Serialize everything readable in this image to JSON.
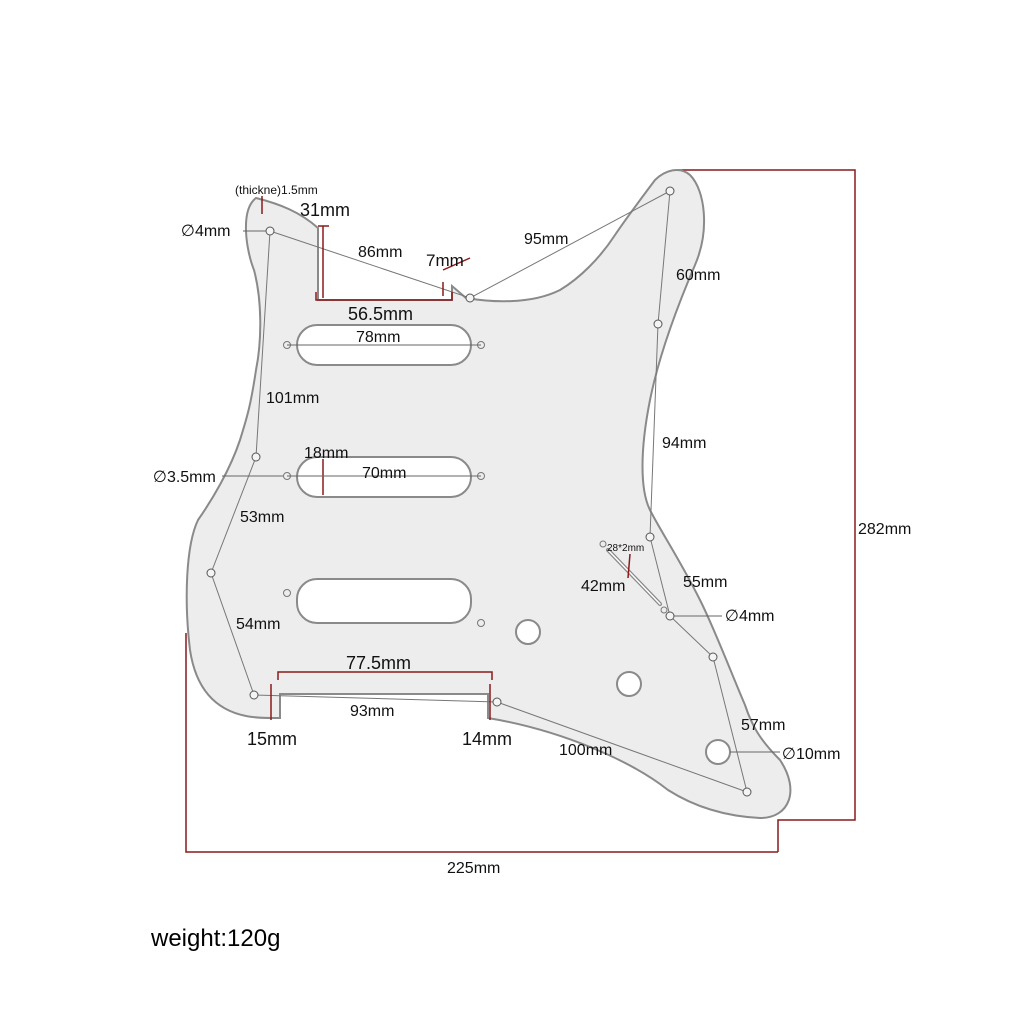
{
  "diagram": {
    "outline_color": "#8a8a8a",
    "guard_fill": "#ededed",
    "dimension_line_color": "#8b1a1a",
    "labels": {
      "thickness": "(thickne)1.5mm",
      "w31": "31mm",
      "d86": "86mm",
      "d95": "95mm",
      "d7": "7mm",
      "d60": "60mm",
      "hole4_top": "∅4mm",
      "d565": "56.5mm",
      "d78": "78mm",
      "d101": "101mm",
      "d94": "94mm",
      "d18": "18mm",
      "d70": "70mm",
      "hole35": "∅3.5mm",
      "d53": "53mm",
      "d28x2": "28*2mm",
      "d42": "42mm",
      "d55": "55mm",
      "hole4_right": "∅4mm",
      "d54": "54mm",
      "d775": "77.5mm",
      "d93": "93mm",
      "d15": "15mm",
      "d14": "14mm",
      "d100": "100mm",
      "d57": "57mm",
      "hole10": "∅10mm",
      "height": "282mm",
      "width": "225mm"
    }
  },
  "weight": "weight:120g"
}
